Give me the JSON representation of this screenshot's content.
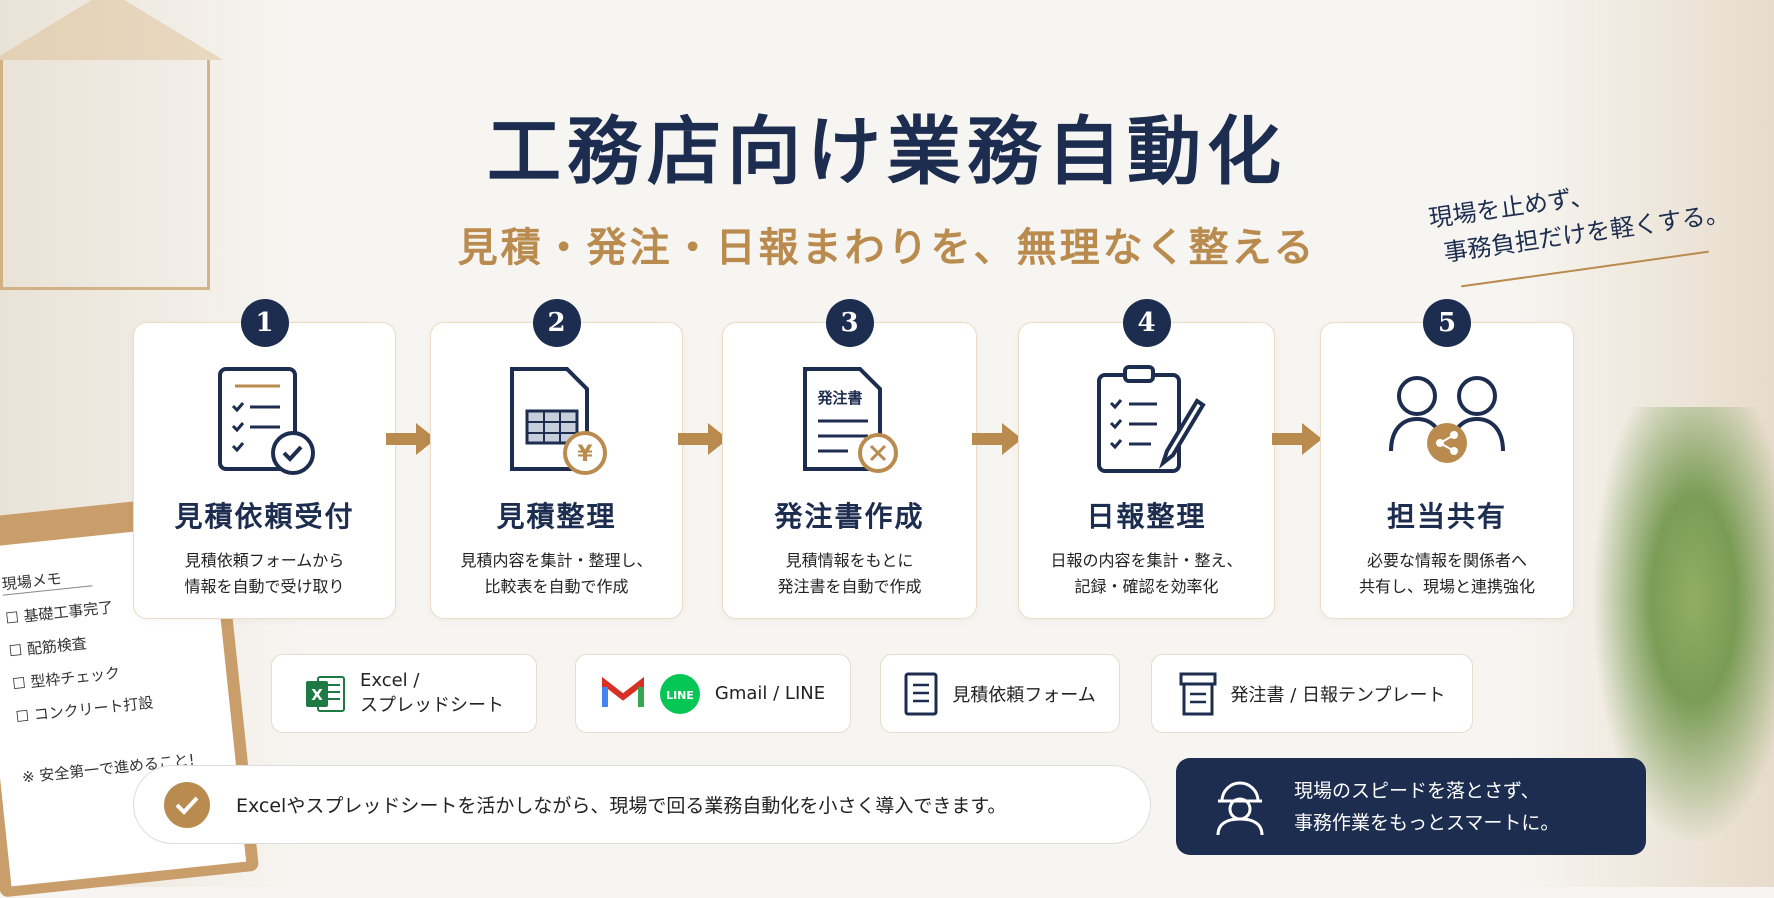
{
  "header": {
    "title": "工務店向け業務自動化",
    "subtitle": "見積・発注・日報まわりを、無理なく整える"
  },
  "note": {
    "line1": "現場を止めず、",
    "line2": "事務負担だけを軽くする。"
  },
  "memo": {
    "title": "現場メモ",
    "items": [
      "☐ 基礎工事完了",
      "☐ 配筋検査",
      "☐ 型枠チェック",
      "☐ コンクリート打設"
    ],
    "footer": "※ 安全第一で進めること!"
  },
  "steps": [
    {
      "num": "1",
      "title": "見積依頼受付",
      "desc1": "見積依頼フォームから",
      "desc2": "情報を自動で受け取り",
      "icon": "checklist-check-icon"
    },
    {
      "num": "2",
      "title": "見積整理",
      "desc1": "見積内容を集計・整理し、",
      "desc2": "比較表を自動で作成",
      "icon": "spreadsheet-yen-icon"
    },
    {
      "num": "3",
      "title": "発注書作成",
      "desc1": "見積情報をもとに",
      "desc2": "発注書を自動で作成",
      "icon": "order-document-icon",
      "icon_label": "発注書"
    },
    {
      "num": "4",
      "title": "日報整理",
      "desc1": "日報の内容を集計・整え、",
      "desc2": "記録・確認を効率化",
      "icon": "clipboard-pen-icon"
    },
    {
      "num": "5",
      "title": "担当共有",
      "desc1": "必要な情報を関係者へ",
      "desc2": "共有し、現場と連携強化",
      "icon": "people-share-icon"
    }
  ],
  "tools": [
    {
      "label1": "Excel /",
      "label2": "スプレッドシート",
      "icon": "excel-icon"
    },
    {
      "label": "Gmail / LINE",
      "icon": "gmail-line-icon",
      "line_text": "LINE"
    },
    {
      "label": "見積依頼フォーム",
      "icon": "form-icon"
    },
    {
      "label": "発注書 / 日報テンプレート",
      "icon": "template-icon"
    }
  ],
  "banner": {
    "text": "Excelやスプレッドシートを活かしながら、現場で回る業務自動化を小さく導入できます。"
  },
  "callout": {
    "line1": "現場のスピードを落とさず、",
    "line2": "事務作業をもっとスマートに。"
  },
  "colors": {
    "navy": "#1c2d50",
    "gold": "#b98b4e"
  }
}
